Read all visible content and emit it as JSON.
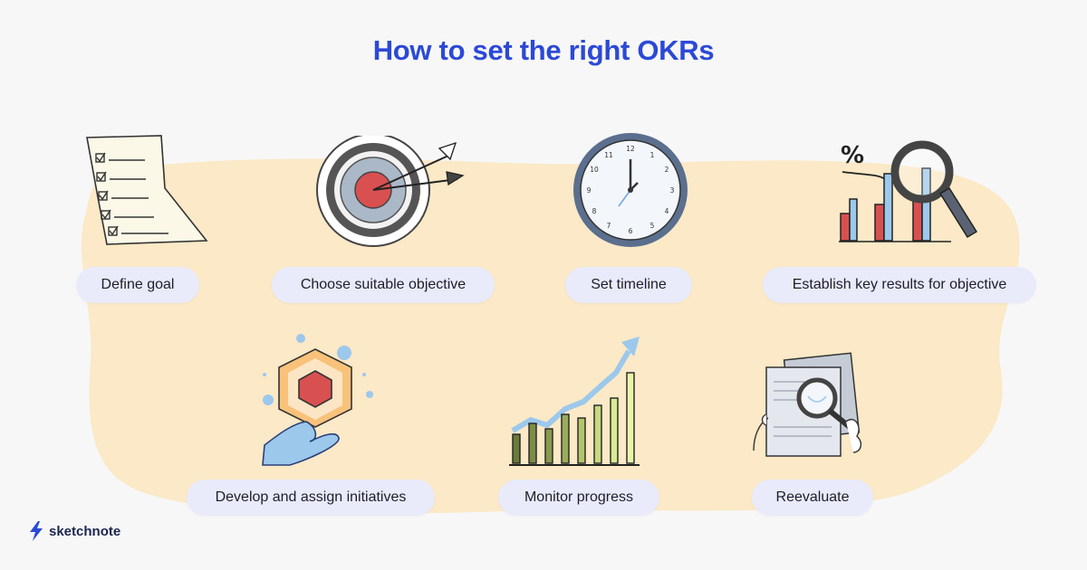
{
  "title": "How to set the right OKRs",
  "steps": [
    {
      "label": "Define goal",
      "icon": "checklist-icon"
    },
    {
      "label": "Choose suitable objective",
      "icon": "target-icon"
    },
    {
      "label": "Set timeline",
      "icon": "clock-icon"
    },
    {
      "label": "Establish key results for objective",
      "icon": "magnifier-chart-icon"
    },
    {
      "label": "Develop and assign initiatives",
      "icon": "hand-hexagon-icon"
    },
    {
      "label": "Monitor progress",
      "icon": "growth-chart-icon"
    },
    {
      "label": "Reevaluate",
      "icon": "documents-magnifier-icon"
    }
  ],
  "brand": {
    "name": "sketchnote",
    "logo_icon": "lightning-bolt-icon"
  },
  "colors": {
    "title": "#2c49d6",
    "pill": "#e9ebfb",
    "blob": "#fbe9c7",
    "accent_red": "#d9534f",
    "accent_blue": "#9cc8ec"
  }
}
